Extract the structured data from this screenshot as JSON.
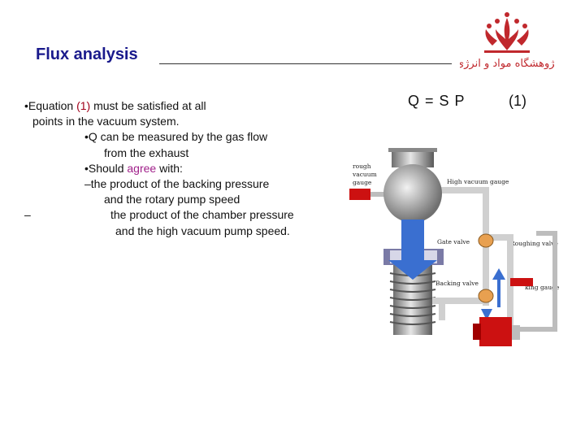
{
  "header": {
    "title": "Flux analysis",
    "logo_text": "پژوهشگاه مواد و انرژی"
  },
  "body": {
    "line1_bullet": "•",
    "line1_pre": "Equation ",
    "line1_eqref": "(1)",
    "line1_post": " must be satisfied at all",
    "line2": "points in the vacuum system.",
    "line3": "•Q can be measured by the gas flow",
    "line4": "from the exhaust",
    "line5_pre": "•Should ",
    "line5_hl": "agree",
    "line5_post": " with:",
    "line6": "–the product of the backing pressure",
    "line7": "and the rotary pump speed",
    "line8_dash": "–",
    "line8": "the product of the chamber pressure",
    "line9": "and the high vacuum pump speed."
  },
  "equation": {
    "formula": "Q = S P",
    "number": "(1)"
  },
  "diagram": {
    "label_rough": "rough",
    "label_vacuum": "vacuum",
    "label_gauge": "gauge",
    "label_high_vacuum_gauge": "High vacuum gauge",
    "label_gate_valve": "Gate valve",
    "label_roughing_valve": "Roughing valve",
    "label_backing_valve": "Backing valve",
    "label_backing_gauge": "king gauge"
  },
  "colors": {
    "title": "#1a1a8c",
    "accent_red": "#a0001a",
    "accent_purple": "#a0208a",
    "logo": "#c0282d",
    "pump": "#cc1111",
    "arrow": "#3a6fd0",
    "valve": "#e8a050",
    "pipe": "#c8c8c8"
  }
}
